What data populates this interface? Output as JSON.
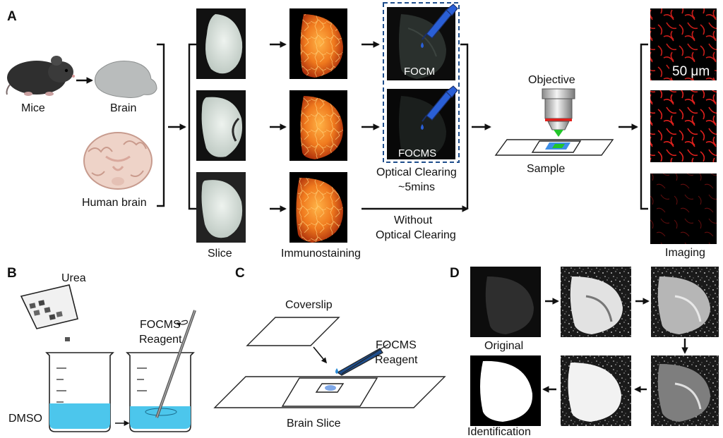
{
  "panels": {
    "a": "A",
    "b": "B",
    "c": "C",
    "d": "D"
  },
  "panel_a": {
    "mice": "Mice",
    "brain": "Brain",
    "human_brain": "Human brain",
    "slice": "Slice",
    "immunostaining": "Immunostaining",
    "focm": "FOCM",
    "focms": "FOCMS",
    "optical_clearing_line1": "Optical Clearing",
    "optical_clearing_line2": "~5mins",
    "without_line1": "Without",
    "without_line2": "Optical Clearing",
    "objective": "Objective",
    "sample": "Sample",
    "scale": "50 μm",
    "imaging": "Imaging"
  },
  "panel_b": {
    "urea": "Urea",
    "reagent_line1": "FOCMS",
    "reagent_line2": "Reagent",
    "dmso": "DMSO"
  },
  "panel_c": {
    "coverslip": "Coverslip",
    "reagent_line1": "FOCMS",
    "reagent_line2": "Reagent",
    "brain_slice": "Brain Slice"
  },
  "panel_d": {
    "original": "Original",
    "identification": "Identification"
  },
  "colors": {
    "clearing_box": "#1f4e8c",
    "pipette": "#2a5fd6",
    "liquid": "#4cc6ec",
    "stain_bg": "#000000",
    "stain_orange": "#e8641c",
    "vessel_red": "#e0201c"
  }
}
